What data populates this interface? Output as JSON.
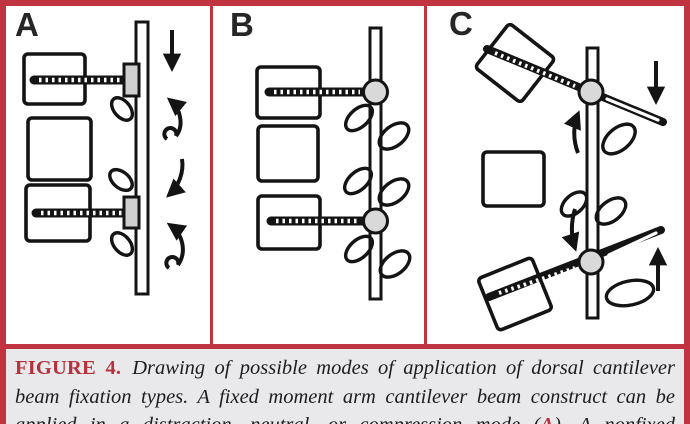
{
  "figure": {
    "panels": [
      {
        "label": "A"
      },
      {
        "label": "B"
      },
      {
        "label": "C"
      }
    ],
    "caption": {
      "lines": [
        {
          "label": "FIGURE 4.",
          "text": "Drawing of possible modes of application of dorsal cantilever"
        },
        {
          "text": "beam fixation types. A fixed moment arm cantilever beam construct can be"
        },
        {
          "pre": "applied in a distraction, neutral, or compression mode (",
          "ref": "A",
          "post": "). A nonfixed"
        }
      ]
    },
    "colors": {
      "border": "#bf3440",
      "caption_label": "#b5323c",
      "caption_bg": "#e9e9ec",
      "ink": "#141414",
      "panel_bg": "#ffffff"
    }
  }
}
